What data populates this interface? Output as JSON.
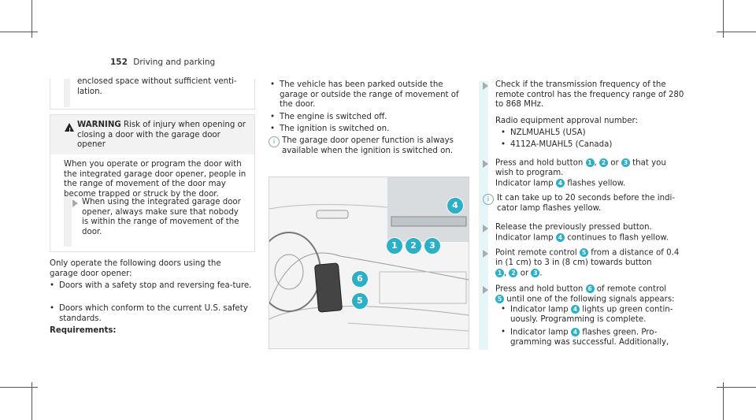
{
  "header": {
    "page_number": "152",
    "section": "Driving and parking"
  },
  "col1": {
    "cont_text": "enclosed space without sufficient venti-lation.",
    "warning_label": "WARNING",
    "warning_text": " Risk of injury when opening or closing a door with the garage door opener",
    "warning_body": "When you operate or program the door with the integrated garage door opener, people in the range of movement of the door may become trapped or struck by the door.",
    "warning_step": "When using the integrated garage door opener, always make sure that nobody is within the range of movement of the door.",
    "intro": "Only operate the following doors using the garage door opener:",
    "bullet1": "Doors with a safety stop and reversing fea-ture.",
    "bullet2": "Doors which conform to the current U.S. safety standards.",
    "requirements": "Requirements:"
  },
  "col2": {
    "b1": "The vehicle has been parked outside the garage or outside the range of movement of the door.",
    "b2": "The engine is switched off.",
    "b3": "The ignition is switched on.",
    "note": "The garage door opener function is always available when the ignition is switched on."
  },
  "col3": {
    "step1": "Check if the transmission frequency of the remote control has the frequency range of 280 to 868 MHz.",
    "approval": "Radio equipment approval number:",
    "approval_us": "NZLMUAHL5 (USA)",
    "approval_ca": "4112A-MUAHL5 (Canada)",
    "step2_a": "Press and hold button ",
    "step2_b": " or ",
    "step2_c": " that you wish to program.",
    "step2_d": "Indicator lamp ",
    "step2_e": " flashes yellow.",
    "note2": "It can take up to 20 seconds before the indi-cator lamp flashes yellow.",
    "step3_a": "Release the previously pressed button.",
    "step3_b": "Indicator lamp ",
    "step3_c": " continues to flash yellow.",
    "step4_a": "Point remote control ",
    "step4_b": " from a distance of 0.4 in (1 cm) to 3 in (8 cm) towards button",
    "step5_a": "Press and hold button ",
    "step5_b": " of remote control",
    "step5_c": " until one of the following signals appears:",
    "sig1_a": "Indicator lamp ",
    "sig1_b": " lights up green contin-uously. Programming is complete.",
    "sig2_a": "Indicator lamp ",
    "sig2_b": " flashes green. Pro-gramming was successful. Additionally,"
  },
  "numbers": {
    "n1": "1",
    "n2": "2",
    "n3": "3",
    "n4": "4",
    "n5": "5",
    "n6": "6"
  },
  "colors": {
    "accent": "#2bb0c8"
  }
}
